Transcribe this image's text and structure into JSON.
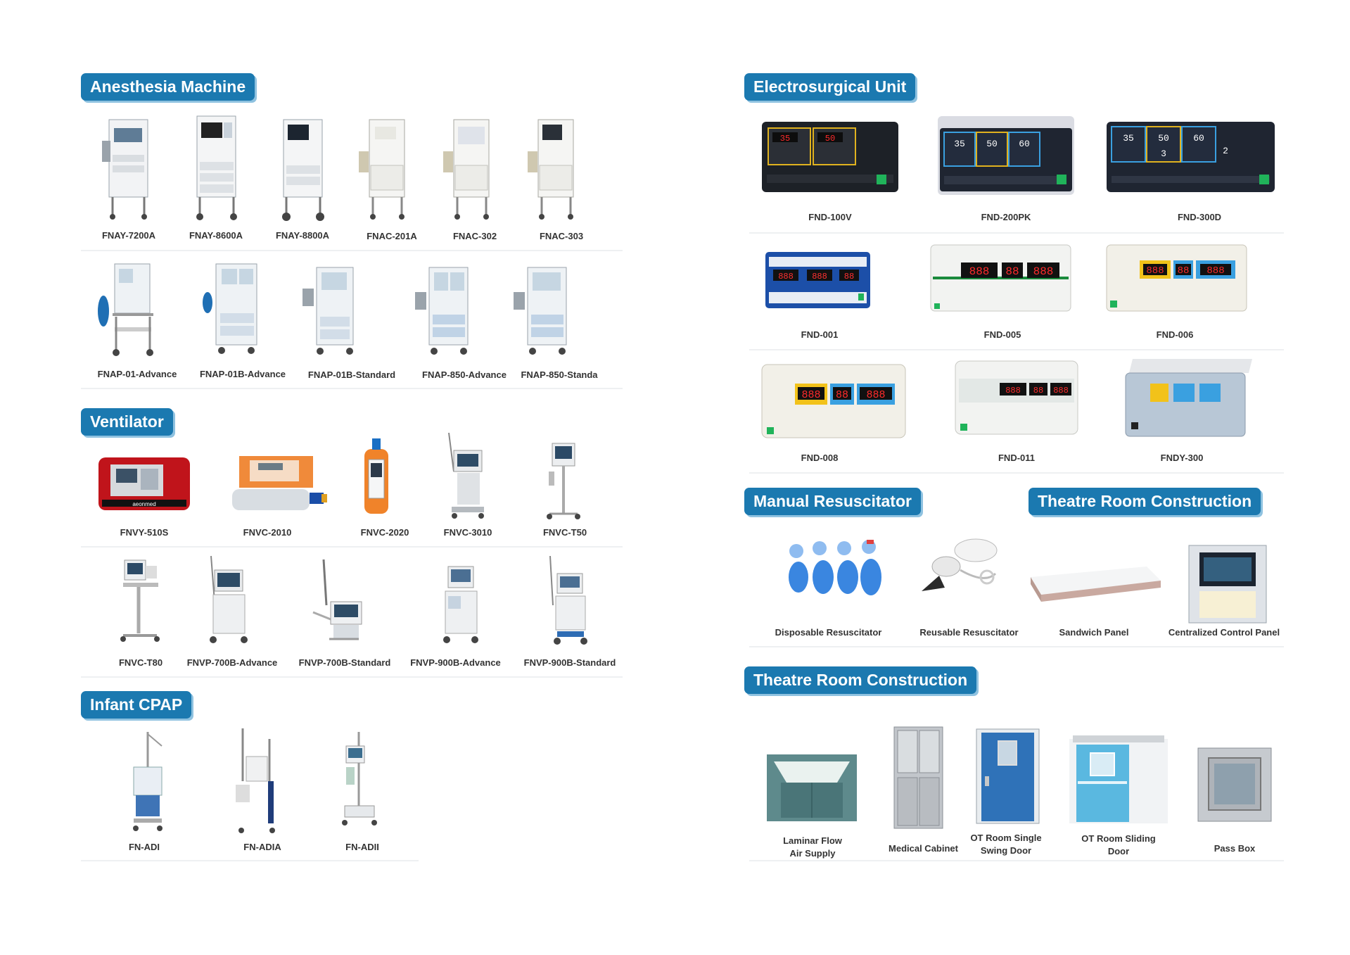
{
  "sections": {
    "anesthesia": {
      "title": "Anesthesia Machine",
      "row1": [
        "FNAY-7200A",
        "FNAY-8600A",
        "FNAY-8800A",
        "FNAC-201A",
        "FNAC-302",
        "FNAC-303"
      ],
      "row2": [
        "FNAP-01-Advance",
        "FNAP-01B-Advance",
        "FNAP-01B-Standard",
        "FNAP-850-Advance",
        "FNAP-850-Standa"
      ]
    },
    "ventilator": {
      "title": "Ventilator",
      "row1": [
        "FNVY-510S",
        "FNVC-2010",
        "FNVC-2020",
        "FNVC-3010",
        "FNVC-T50"
      ],
      "row2": [
        "FNVC-T80",
        "FNVP-700B-Advance",
        "FNVP-700B-Standard",
        "FNVP-900B-Advance",
        "FNVP-900B-Standard"
      ]
    },
    "cpap": {
      "title": "Infant CPAP",
      "row1": [
        "FN-ADI",
        "FN-ADIA",
        "FN-ADII"
      ]
    },
    "electrosurgical": {
      "title": "Electrosurgical Unit",
      "row1": [
        "FND-100V",
        "FND-200PK",
        "FND-300D"
      ],
      "row2": [
        "FND-001",
        "FND-005",
        "FND-006"
      ],
      "row3": [
        "FND-008",
        "FND-011",
        "FNDY-300"
      ]
    },
    "resuscitator": {
      "title": "Manual Resuscitator",
      "items": [
        "Disposable Resuscitator",
        "Reusable Resuscitator"
      ]
    },
    "theatre_small": {
      "title": "Theatre Room Construction",
      "items": [
        "Sandwich Panel",
        "Centralized Control Panel"
      ]
    },
    "theatre": {
      "title": "Theatre Room Construction",
      "items": [
        "Laminar Flow\nAir Supply",
        "Medical Cabinet",
        "OT Room Single\nSwing Door",
        "OT Room Sliding\nDoor",
        "Pass Box"
      ]
    }
  },
  "device_display_readouts": {
    "fnd_100v": [
      "35",
      "50"
    ],
    "fnd_200pk": [
      "35",
      "50",
      "60"
    ],
    "fnd_300d": [
      "35",
      "50",
      "60",
      "3",
      "2"
    ],
    "fnd_001": [
      "888",
      "888",
      "88"
    ],
    "fnd_005": [
      "888",
      "88",
      "888"
    ],
    "fnd_006": [
      "888",
      "88",
      "888"
    ],
    "fnd_008": [
      "888",
      "88",
      "888"
    ],
    "fnd_011": [
      "888",
      "88",
      "888"
    ]
  },
  "colors": {
    "header_bg": "#1b79b0",
    "header_shadow": "#8fc2e0",
    "caption": "#333333"
  }
}
